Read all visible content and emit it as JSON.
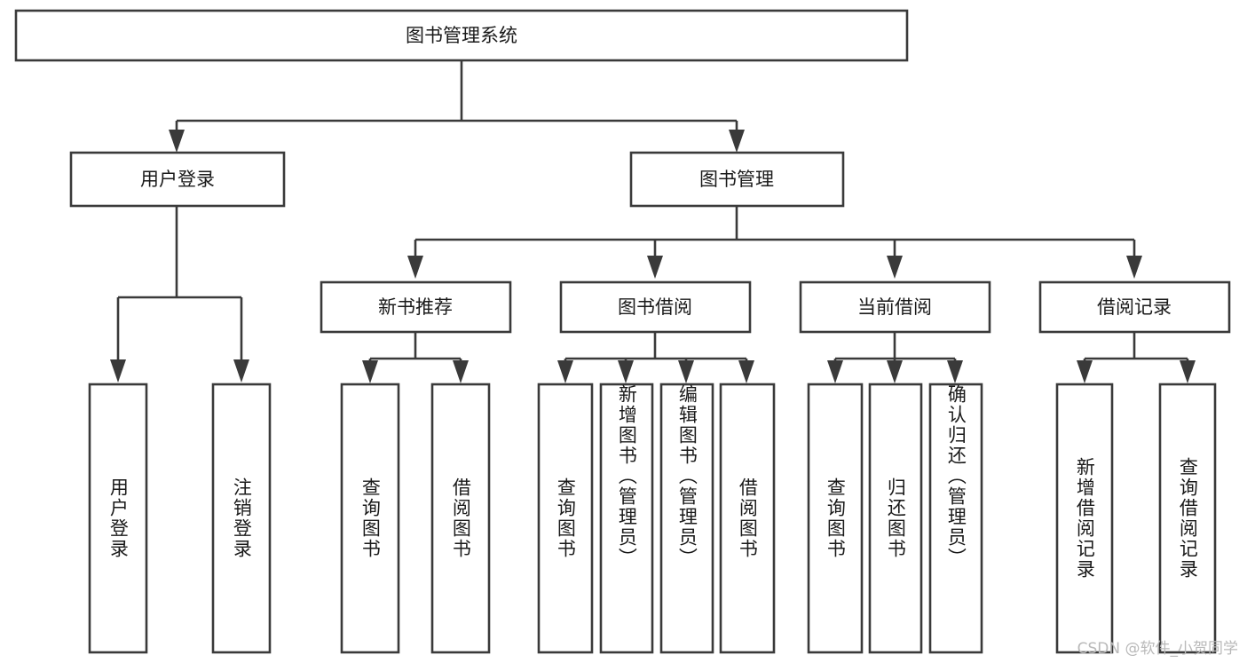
{
  "diagram": {
    "title": "图书管理系统",
    "type": "tree",
    "watermark": "CSDN @软件_小贺同学",
    "colors": {
      "box_fill": "#ffffff",
      "box_stroke": "#3a3a3a",
      "text": "#1a1a1a",
      "watermark": "#b9b9b9",
      "background": "#ffffff"
    },
    "root": {
      "id": "root",
      "label": "图书管理系统",
      "orientation": "horizontal"
    },
    "level2": [
      {
        "id": "user-login",
        "label": "用户登录",
        "orientation": "horizontal"
      },
      {
        "id": "book-manage",
        "label": "图书管理",
        "orientation": "horizontal"
      }
    ],
    "level3": [
      {
        "id": "new-book-recommend",
        "label": "新书推荐",
        "orientation": "horizontal",
        "parent": "book-manage"
      },
      {
        "id": "book-borrow",
        "label": "图书借阅",
        "orientation": "horizontal",
        "parent": "book-manage"
      },
      {
        "id": "current-borrow",
        "label": "当前借阅",
        "orientation": "horizontal",
        "parent": "book-manage"
      },
      {
        "id": "borrow-record",
        "label": "借阅记录",
        "orientation": "horizontal",
        "parent": "book-manage"
      }
    ],
    "leaves": [
      {
        "id": "leaf-user-login",
        "label": "用户登录",
        "orientation": "vertical",
        "parent": "user-login"
      },
      {
        "id": "leaf-user-logout",
        "label": "注销登录",
        "orientation": "vertical",
        "parent": "user-login"
      },
      {
        "id": "leaf-query-book-1",
        "label": "查询图书",
        "orientation": "vertical",
        "parent": "new-book-recommend"
      },
      {
        "id": "leaf-borrow-book-1",
        "label": "借阅图书",
        "orientation": "vertical",
        "parent": "new-book-recommend"
      },
      {
        "id": "leaf-query-book-2",
        "label": "查询图书",
        "orientation": "vertical",
        "parent": "book-borrow"
      },
      {
        "id": "leaf-add-book",
        "label": "新增图书（管理员）",
        "orientation": "vertical",
        "parent": "book-borrow"
      },
      {
        "id": "leaf-edit-book",
        "label": "编辑图书（管理员）",
        "orientation": "vertical",
        "parent": "book-borrow"
      },
      {
        "id": "leaf-borrow-book-2",
        "label": "借阅图书",
        "orientation": "vertical",
        "parent": "book-borrow"
      },
      {
        "id": "leaf-query-book-3",
        "label": "查询图书",
        "orientation": "vertical",
        "parent": "current-borrow"
      },
      {
        "id": "leaf-return-book",
        "label": "归还图书",
        "orientation": "vertical",
        "parent": "current-borrow"
      },
      {
        "id": "leaf-confirm-return",
        "label": "确认归还（管理员）",
        "orientation": "vertical",
        "parent": "current-borrow"
      },
      {
        "id": "leaf-add-record",
        "label": "新增借阅记录",
        "orientation": "vertical",
        "parent": "borrow-record"
      },
      {
        "id": "leaf-query-record",
        "label": "查询借阅记录",
        "orientation": "vertical",
        "parent": "borrow-record"
      }
    ]
  }
}
